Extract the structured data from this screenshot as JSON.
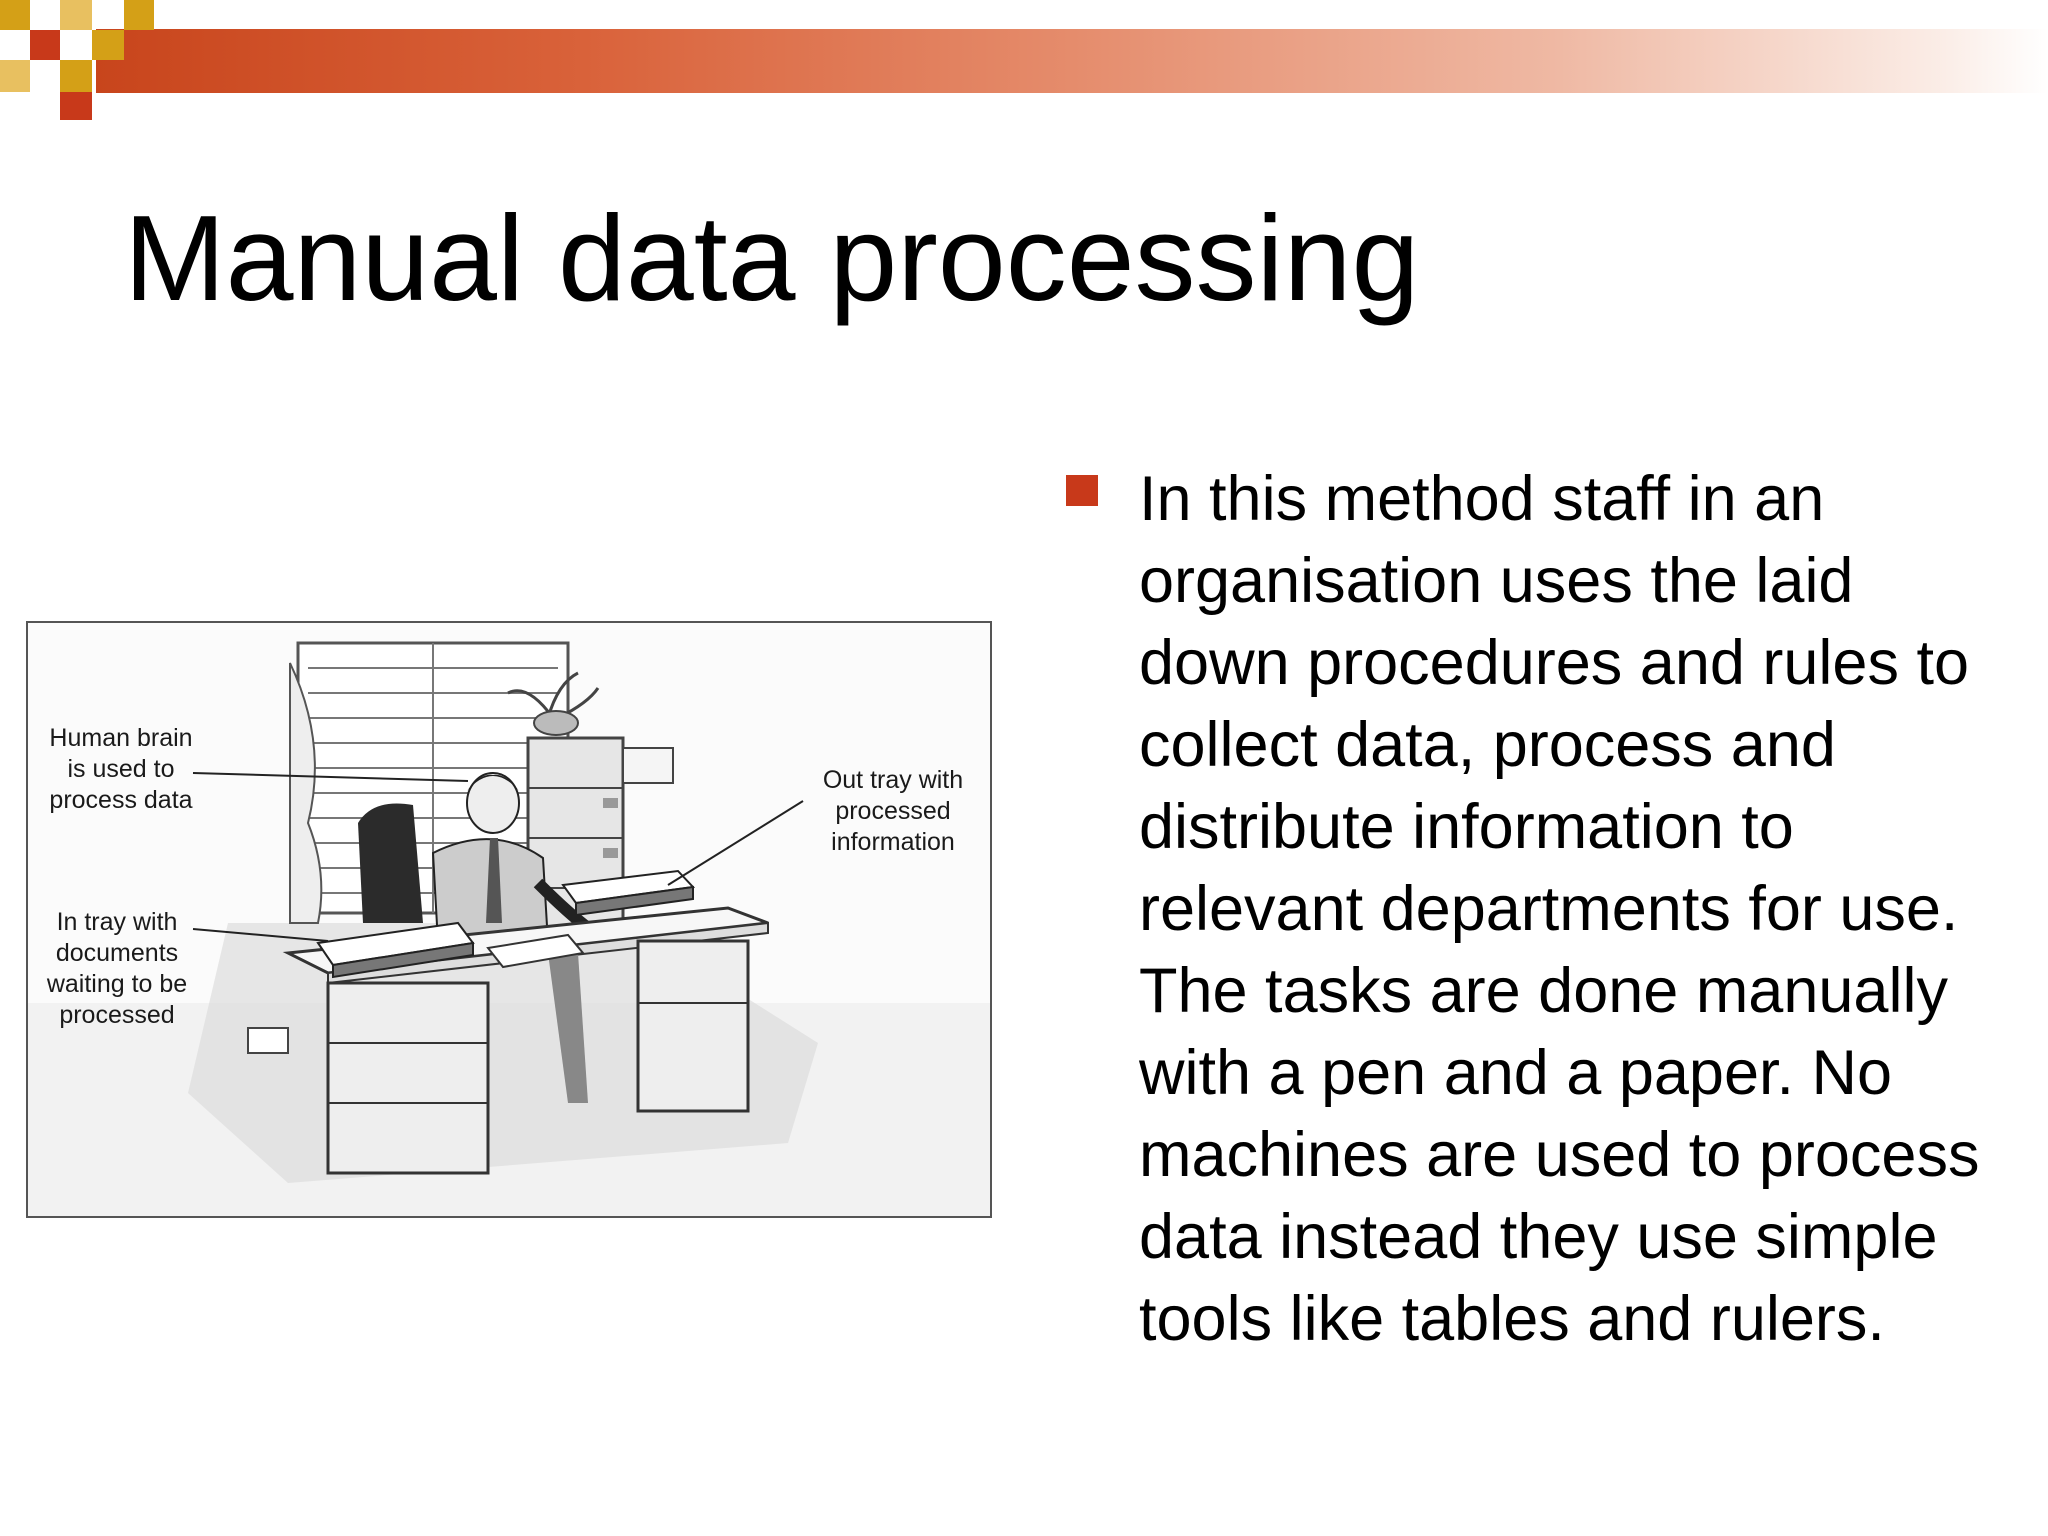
{
  "slide": {
    "title": "Manual data processing",
    "bullets": [
      "In this method staff in an organisation uses the laid down procedures and rules to collect data, process and distribute information to relevant departments for use. The tasks are done manually with a pen and a paper. No machines are used to process data instead they use simple tools like tables and rulers."
    ]
  },
  "figure": {
    "callouts": {
      "human_brain": "Human brain\nis used to\nprocess data",
      "in_tray": "In tray with\ndocuments\nwaiting to be\nprocessed",
      "out_tray": "Out tray with\nprocessed\ninformation"
    }
  },
  "colors": {
    "band_start": "#c8451c",
    "bullet": "#c8391a",
    "logo_gold": "#d4a017",
    "logo_red": "#c8391a"
  }
}
